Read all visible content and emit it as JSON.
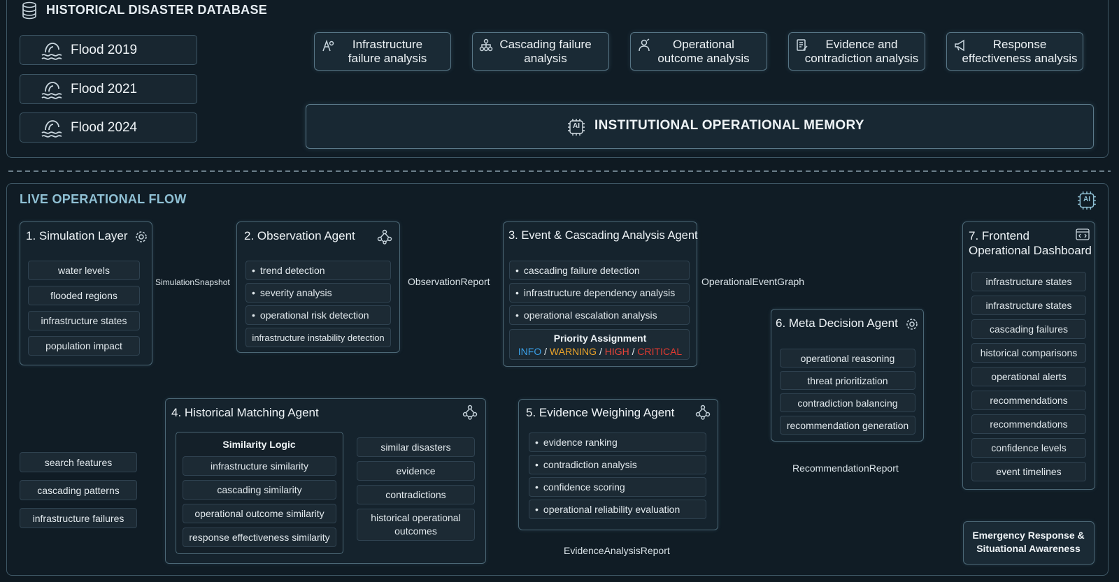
{
  "historical": {
    "title": "HISTORICAL DISASTER DATABASE",
    "floods": [
      "Flood 2019",
      "Flood 2021",
      "Flood 2024"
    ],
    "analyses": [
      {
        "line1": "Infrastructure",
        "line2": "failure analysis",
        "icon": "infrastructure-icon"
      },
      {
        "line1": "Cascading failure",
        "line2": "analysis",
        "icon": "hierarchy-icon"
      },
      {
        "line1": "Operational",
        "line2": "outcome analysis",
        "icon": "operator-icon"
      },
      {
        "line1": "Evidence and",
        "line2": "contradiction analysis",
        "icon": "document-icon"
      },
      {
        "line1": "Response",
        "line2": "effectiveness analysis",
        "icon": "megaphone-icon"
      }
    ],
    "memory": "INSTITUTIONAL OPERATIONAL MEMORY",
    "memory_icon_text": "AI"
  },
  "live": {
    "title": "LIVE OPERATIONAL FLOW",
    "ai_icon_text": "AI",
    "simulation": {
      "title": "1. Simulation Layer",
      "items": [
        "water levels",
        "flooded regions",
        "infrastructure states",
        "population impact"
      ]
    },
    "observation": {
      "title": "2. Observation Agent",
      "items": [
        "trend detection",
        "severity analysis",
        "operational risk detection"
      ],
      "extra": "infrastructure instability detection"
    },
    "event": {
      "title": "3. Event & Cascading Analysis Agent",
      "items": [
        "cascading failure detection",
        "infrastructure dependency analysis",
        "operational escalation analysis"
      ],
      "priority_title": "Priority Assignment",
      "priorities": [
        "INFO",
        "WARNING",
        "HIGH",
        "CRITICAL"
      ],
      "priority_sep": " / "
    },
    "historical_matching": {
      "title": "4. Historical Matching Agent",
      "similarity_title": "Similarity Logic",
      "similarity_items": [
        "infrastructure similarity",
        "cascading similarity",
        "operational outcome similarity",
        "response effectiveness similarity"
      ],
      "outputs": [
        "similar disasters",
        "evidence",
        "contradictions",
        "historical operational outcomes"
      ],
      "inputs": [
        "search features",
        "cascading patterns",
        "infrastructure failures"
      ]
    },
    "evidence": {
      "title": "5. Evidence Weighing Agent",
      "items": [
        "evidence ranking",
        "contradiction analysis",
        "confidence scoring",
        "operational reliability evaluation"
      ]
    },
    "meta": {
      "title": "6. Meta Decision Agent",
      "items": [
        "operational reasoning",
        "threat prioritization",
        "contradiction balancing",
        "recommendation generation"
      ]
    },
    "frontend": {
      "title_line1": "7. Frontend",
      "title_line2": "Operational Dashboard",
      "items": [
        "infrastructure states",
        "infrastructure states",
        "cascading failures",
        "historical comparisons",
        "operational alerts",
        "recommendations",
        "recommendations",
        "confidence levels",
        "event timelines"
      ]
    },
    "emergency": {
      "line1": "Emergency Response &",
      "line2": "Situational Awareness"
    },
    "flow_labels": {
      "simulation_snapshot": "SimulationSnapshot",
      "observation_report": "ObservationReport",
      "operational_event_graph": "OperationalEventGraph",
      "recommendation_report": "RecommendationReport",
      "evidence_analysis_report": "EvidenceAnalysisReport"
    }
  },
  "colors": {
    "background": "#0f1a22",
    "border": "#4b6775",
    "line": "#e9eef1",
    "info": "#3aa0e8",
    "warning": "#e9a22a",
    "high": "#e8453a",
    "critical": "#e23a30"
  }
}
